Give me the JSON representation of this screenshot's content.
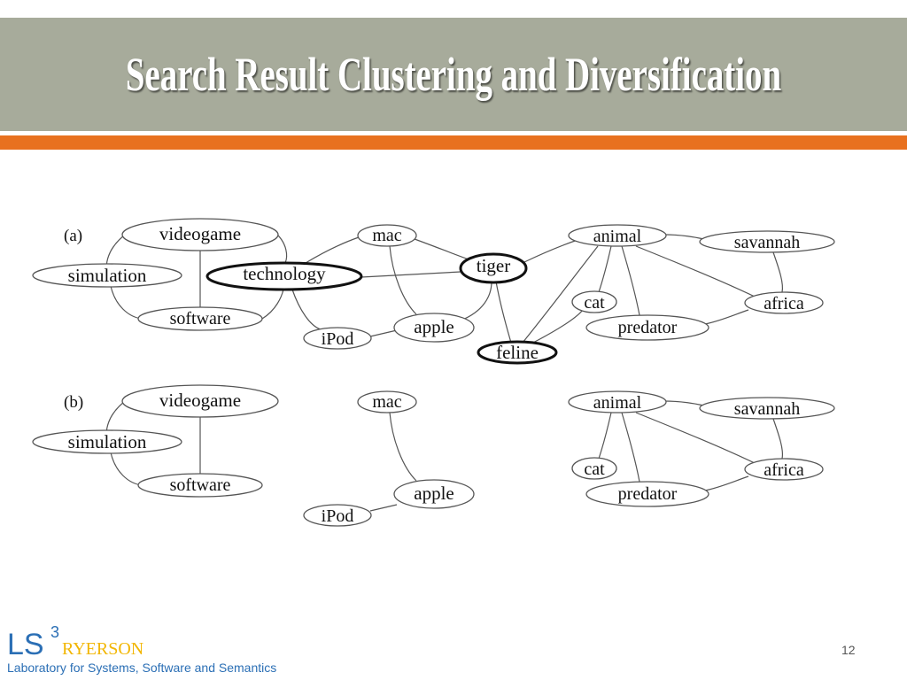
{
  "slide": {
    "title": "Search Result Clustering and Diversification",
    "page_number": "12"
  },
  "footer": {
    "logo_ls": "LS",
    "logo_sup": "3",
    "logo_ryerson": "RYERSON",
    "lab_name": "Laboratory for Systems, Software and Semantics"
  },
  "diagram": {
    "panel_a": {
      "label": "(a)",
      "nodes": {
        "videogame": "videogame",
        "simulation": "simulation",
        "software": "software",
        "technology": "technology",
        "mac": "mac",
        "ipod": "iPod",
        "apple": "apple",
        "tiger": "tiger",
        "feline": "feline",
        "animal": "animal",
        "savannah": "savannah",
        "cat": "cat",
        "africa": "africa",
        "predator": "predator"
      },
      "highlighted": [
        "technology",
        "tiger",
        "feline"
      ]
    },
    "panel_b": {
      "label": "(b)",
      "nodes": {
        "videogame": "videogame",
        "simulation": "simulation",
        "software": "software",
        "mac": "mac",
        "apple": "apple",
        "ipod": "iPod",
        "animal": "animal",
        "savannah": "savannah",
        "cat": "cat",
        "africa": "africa",
        "predator": "predator"
      }
    }
  },
  "colors": {
    "title_bar": "#a7ab9b",
    "accent_bar": "#e8711f",
    "logo_blue": "#2b6fb5",
    "logo_gold": "#f2b600"
  }
}
